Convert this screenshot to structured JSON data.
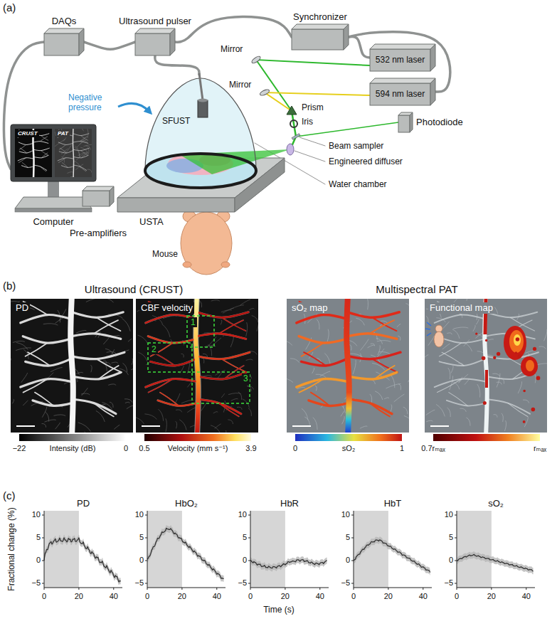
{
  "diagram": {
    "nodes": [
      {
        "text": [
          "DAQs"
        ]
      },
      {
        "text": [
          "Ultrasound pulser"
        ]
      },
      {
        "text": [
          "Synchronizer"
        ]
      },
      {
        "text": [
          "532 nm laser"
        ]
      },
      {
        "text": [
          "594 nm laser"
        ]
      },
      {
        "text": [
          "Photodiode"
        ]
      },
      {
        "text": [
          "Computer"
        ]
      },
      {
        "text": [
          "Pre-amplifiers"
        ]
      },
      {
        "text": [
          "USTA"
        ]
      }
    ],
    "edges": [
      {
        "from": 6,
        "to": 0,
        "arrow": "none"
      },
      {
        "from": 0,
        "to": 1,
        "arrow": "none"
      },
      {
        "from": 1,
        "to": 2,
        "arrow": "none"
      },
      {
        "from": 2,
        "to": 3,
        "arrow": "none"
      },
      {
        "from": 2,
        "to": 4,
        "arrow": "none"
      },
      {
        "from": 1,
        "to": 8,
        "arrow": "none"
      }
    ],
    "labels": [
      "(a)",
      "Mirror",
      "Negative pressure",
      "Mirror",
      "Prism",
      "Iris",
      "SFUST",
      "Beam sampler",
      "Engineered diffuser",
      "Water chamber",
      "CRUST",
      "PAT",
      "Mouse",
      "(b)",
      "Ultrasound (CRUST)",
      "Multispectral PAT",
      "PD",
      "CBF velocity",
      "1",
      "2",
      "3",
      "sO₂ map",
      "Functional map",
      "−22",
      "Intensity (dB)",
      "0",
      "0.5",
      "Velocity (mm s⁻¹)",
      "3.9",
      "0",
      "sO₂",
      "1",
      "0.7rₘₐₓ",
      "rₘₐₓ",
      "(c)",
      "Fractional change (%)",
      "PD",
      "10",
      "5",
      "0",
      "−5",
      "0",
      "20",
      "40",
      "HbO₂",
      "10",
      "5",
      "0",
      "−5",
      "0",
      "20",
      "40",
      "HbR",
      "10",
      "5",
      "0",
      "−5",
      "0",
      "20",
      "40",
      "HbT",
      "10",
      "5",
      "0",
      "−5",
      "0",
      "20",
      "40",
      "sO₂",
      "10",
      "5",
      "0",
      "−5",
      "0",
      "20",
      "40",
      "Time (s)"
    ]
  }
}
